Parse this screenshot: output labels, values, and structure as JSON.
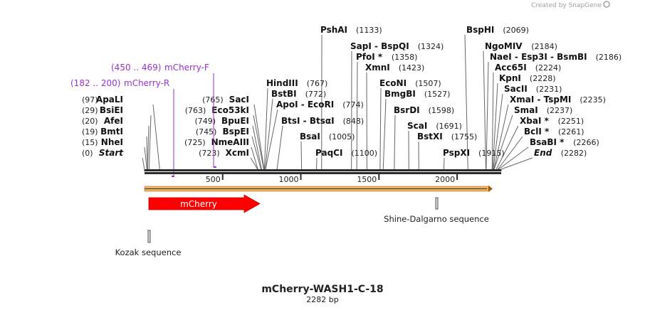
{
  "credit": "Created by SnapGene",
  "title": "mCherry-WASH1-C-18",
  "subtitle": "2282 bp",
  "seq_length": 2282,
  "colors": {
    "backbone": "#2b2b2b",
    "feature_red": "#ff0000",
    "orf_orange": "#f0b060",
    "primer": "#9a32cd",
    "leader_line": "#666666"
  },
  "ticks": [
    {
      "pos": 500,
      "label": "500"
    },
    {
      "pos": 1000,
      "label": "1000"
    },
    {
      "pos": 1500,
      "label": "1500"
    },
    {
      "pos": 2000,
      "label": "2000"
    }
  ],
  "left_sites": [
    {
      "pos": 0,
      "name": "Start",
      "num": "(0)",
      "italic": true
    },
    {
      "pos": 15,
      "name": "NheI",
      "num": "(15)"
    },
    {
      "pos": 19,
      "name": "BmtI",
      "num": "(19)"
    },
    {
      "pos": 20,
      "name": "AfeI",
      "num": "(20)"
    },
    {
      "pos": 29,
      "name": "BsiEI",
      "num": "(29)"
    },
    {
      "pos": 97,
      "name": "ApaLI",
      "num": "(97)"
    }
  ],
  "mid_sites": [
    {
      "pos": 723,
      "name": "XcmI",
      "num": "(723)"
    },
    {
      "pos": 725,
      "name": "NmeAIII",
      "num": "(725)"
    },
    {
      "pos": 745,
      "name": "BspEI",
      "num": "(745)"
    },
    {
      "pos": 749,
      "name": "BpuEI",
      "num": "(749)"
    },
    {
      "pos": 763,
      "name": "Eco53kI",
      "num": "(763)"
    },
    {
      "pos": 765,
      "name": "SacI",
      "num": "(765)"
    }
  ],
  "right_sites_a": [
    {
      "pos": 767,
      "name": "HindIII",
      "num": "(767)"
    },
    {
      "pos": 772,
      "name": "BstBI",
      "num": "(772)"
    },
    {
      "pos": 774,
      "name": "ApoI  -  EcoRI",
      "num": "(774)"
    },
    {
      "pos": 848,
      "name": "BtsI  -  BtsαI",
      "num": "(848)"
    },
    {
      "pos": 1005,
      "name": "BsaI",
      "num": "(1005)"
    },
    {
      "pos": 1100,
      "name": "PaqCI",
      "num": "(1100)"
    }
  ],
  "right_sites_b": [
    {
      "pos": 1133,
      "name": "PshAI",
      "num": "(1133)"
    },
    {
      "pos": 1324,
      "name": "SapI  -  BspQI",
      "num": "(1324)"
    },
    {
      "pos": 1358,
      "name": "PfoI *",
      "num": "(1358)"
    },
    {
      "pos": 1423,
      "name": "XmnI",
      "num": "(1423)"
    },
    {
      "pos": 1507,
      "name": "EcoNI",
      "num": "(1507)"
    },
    {
      "pos": 1527,
      "name": "BmgBI",
      "num": "(1527)"
    },
    {
      "pos": 1598,
      "name": "BsrDI",
      "num": "(1598)"
    },
    {
      "pos": 1691,
      "name": "ScaI",
      "num": "(1691)"
    },
    {
      "pos": 1755,
      "name": "BstXI",
      "num": "(1755)"
    },
    {
      "pos": 1915,
      "name": "PspXI",
      "num": "(1915)"
    }
  ],
  "far_sites": [
    {
      "pos": 2069,
      "name": "BspHI",
      "num": "(2069)"
    },
    {
      "pos": 2184,
      "name": "NgoMIV",
      "num": "(2184)"
    },
    {
      "pos": 2186,
      "name": "NaeI  -  Esp3I  -  BsmBI",
      "num": "(2186)"
    },
    {
      "pos": 2224,
      "name": "Acc65I",
      "num": "(2224)"
    },
    {
      "pos": 2228,
      "name": "KpnI",
      "num": "(2228)"
    },
    {
      "pos": 2231,
      "name": "SacII",
      "num": "(2231)"
    },
    {
      "pos": 2235,
      "name": "XmaI  -  TspMI",
      "num": "(2235)"
    },
    {
      "pos": 2237,
      "name": "SmaI",
      "num": "(2237)"
    },
    {
      "pos": 2251,
      "name": "XbaI *",
      "num": "(2251)"
    },
    {
      "pos": 2261,
      "name": "BclI *",
      "num": "(2261)"
    },
    {
      "pos": 2266,
      "name": "BsaBI *",
      "num": "(2266)"
    },
    {
      "pos": 2282,
      "name": "End",
      "num": "(2282)",
      "italic": true
    }
  ],
  "primers": [
    {
      "range": "(450 .. 469)",
      "name": "mCherry-F"
    },
    {
      "range": "(182 .. 200)",
      "name": "mCherry-R"
    }
  ],
  "features": [
    {
      "name": "mCherry",
      "start": 30,
      "end": 740
    },
    {
      "name": "Shine-Dalgarno sequence",
      "start": 1875,
      "end": 1885
    },
    {
      "name": "Kozak sequence",
      "start": 30,
      "end": 40
    }
  ]
}
